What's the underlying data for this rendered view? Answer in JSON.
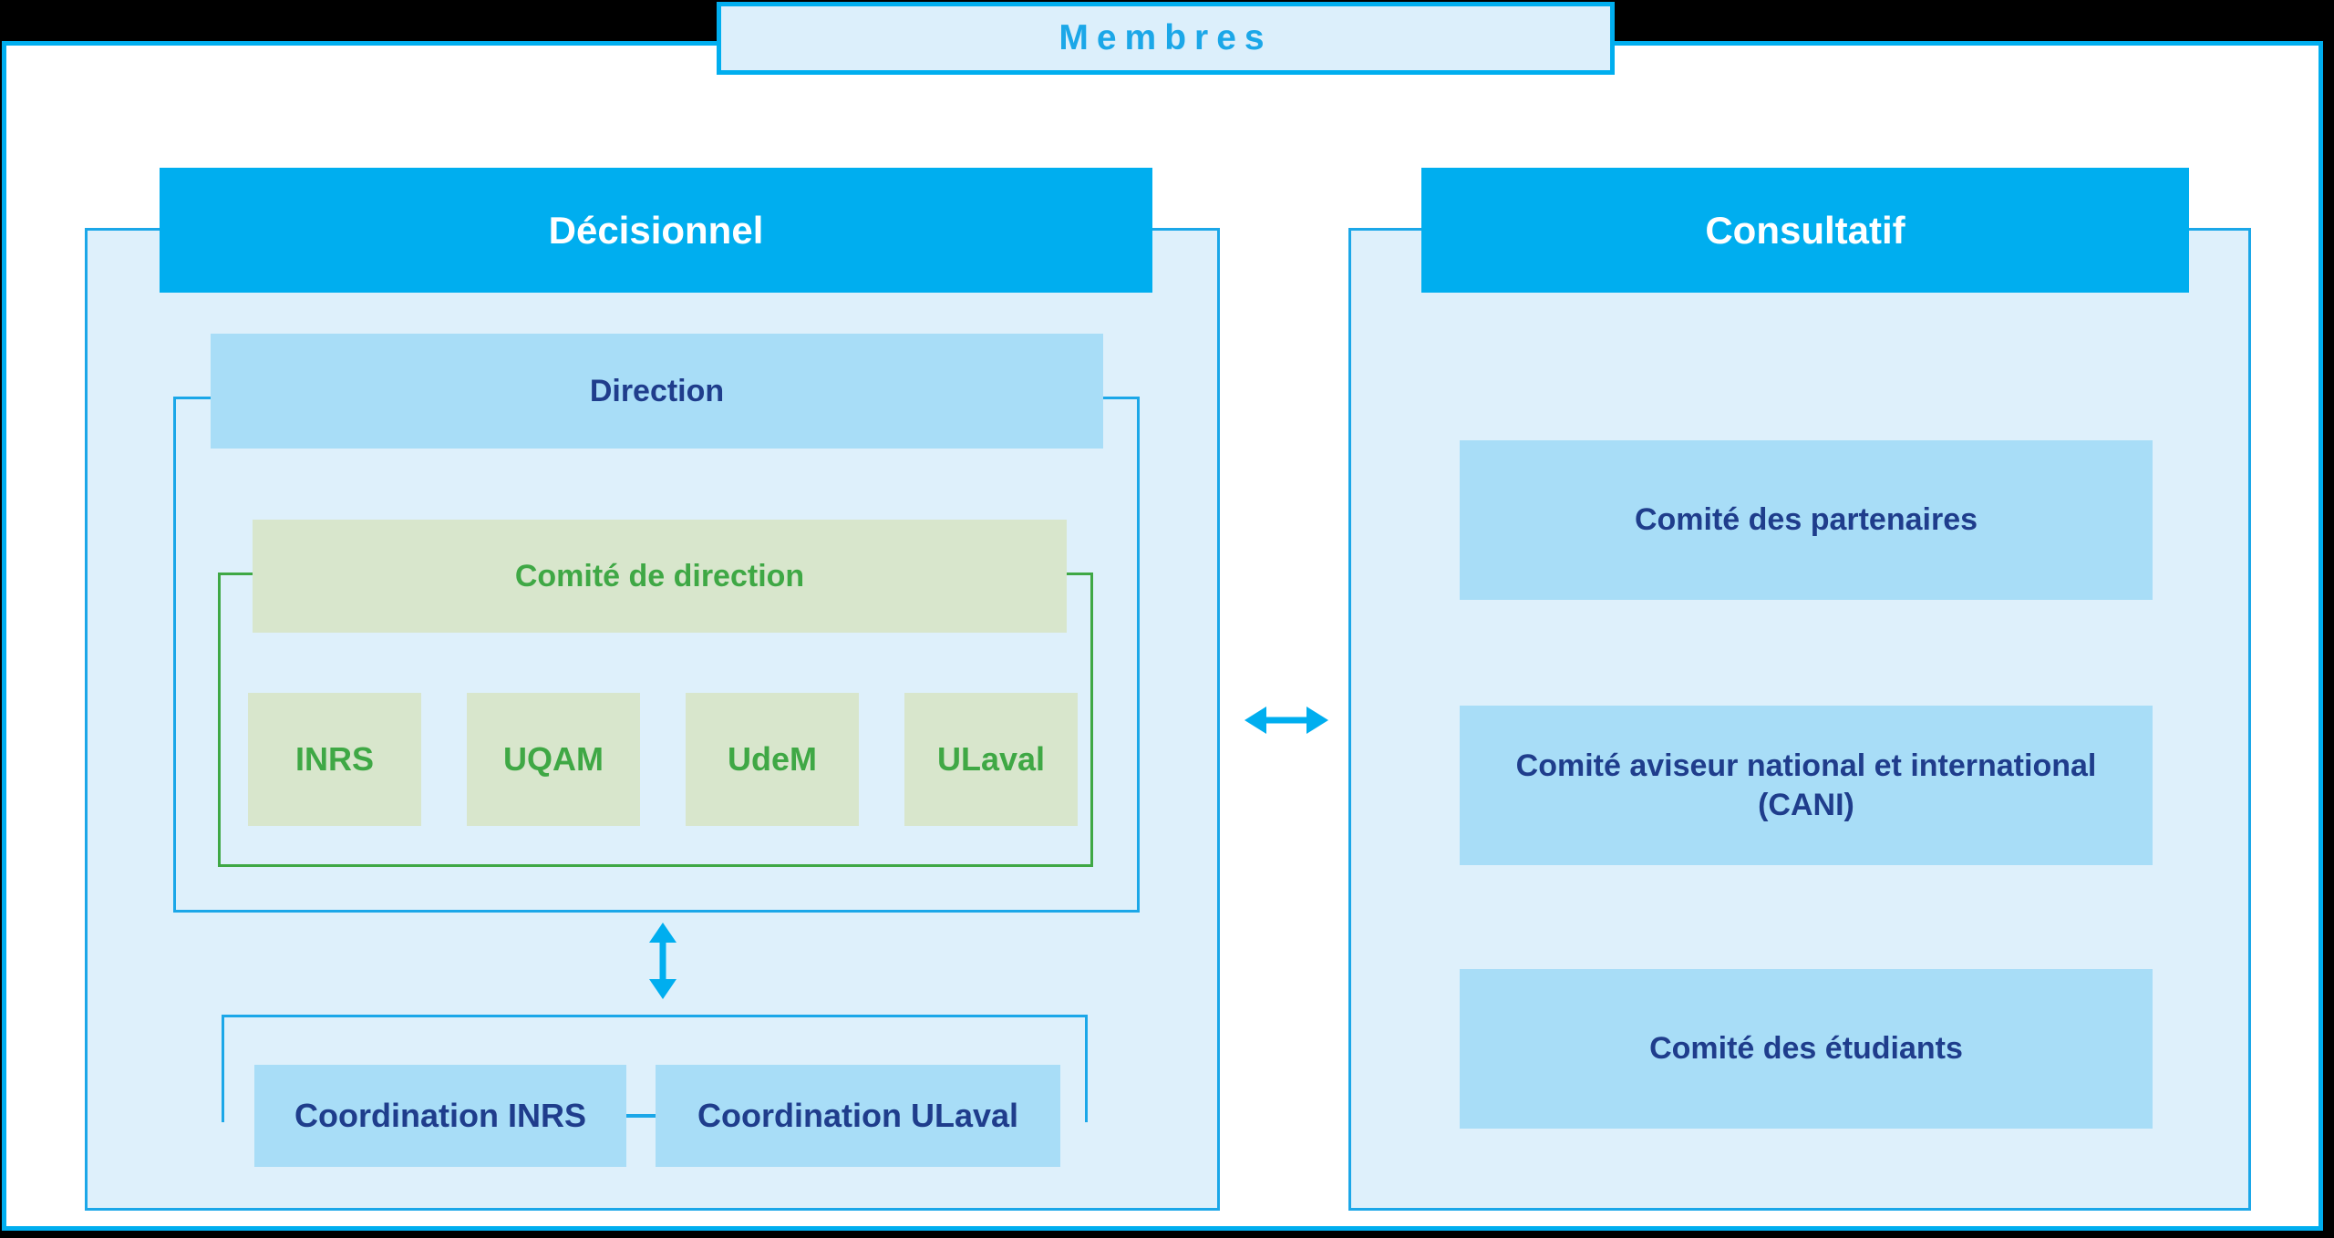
{
  "diagram": {
    "title": "Membres",
    "top_banner": {
      "label": "Membres"
    },
    "panels": {
      "decisionnel": {
        "header": "Décisionnel",
        "direction_box": "Direction",
        "comite_box": "Comité de direction",
        "universities": [
          {
            "label": "INRS"
          },
          {
            "label": "UQAM"
          },
          {
            "label": "UdeM"
          },
          {
            "label": "ULaval"
          }
        ],
        "coordination": [
          {
            "label": "Coordination INRS"
          },
          {
            "label": "Coordination ULaval"
          }
        ]
      },
      "consultatif": {
        "header": "Consultatif",
        "committees": [
          {
            "label": "Comité des partenaires"
          },
          {
            "label": "Comité aviseur national et international (CANI)"
          },
          {
            "label": "Comité des étudiants"
          }
        ]
      }
    },
    "connectors": {
      "between_panels": "double-arrow-horizontal",
      "direction_to_coordination": "double-arrow-vertical",
      "coordination_link": "line-horizontal"
    },
    "colors": {
      "accent_blue": "#00AEEF",
      "mid_blue": "#1BA7E8",
      "panel_fill": "#DEF0FB",
      "box_blue_fill": "#A8DDF7",
      "box_green_fill": "#D8E6CC",
      "text_navy": "#1F3D8C",
      "text_green": "#3FA845",
      "banner_fill": "#DCEFFB"
    }
  }
}
